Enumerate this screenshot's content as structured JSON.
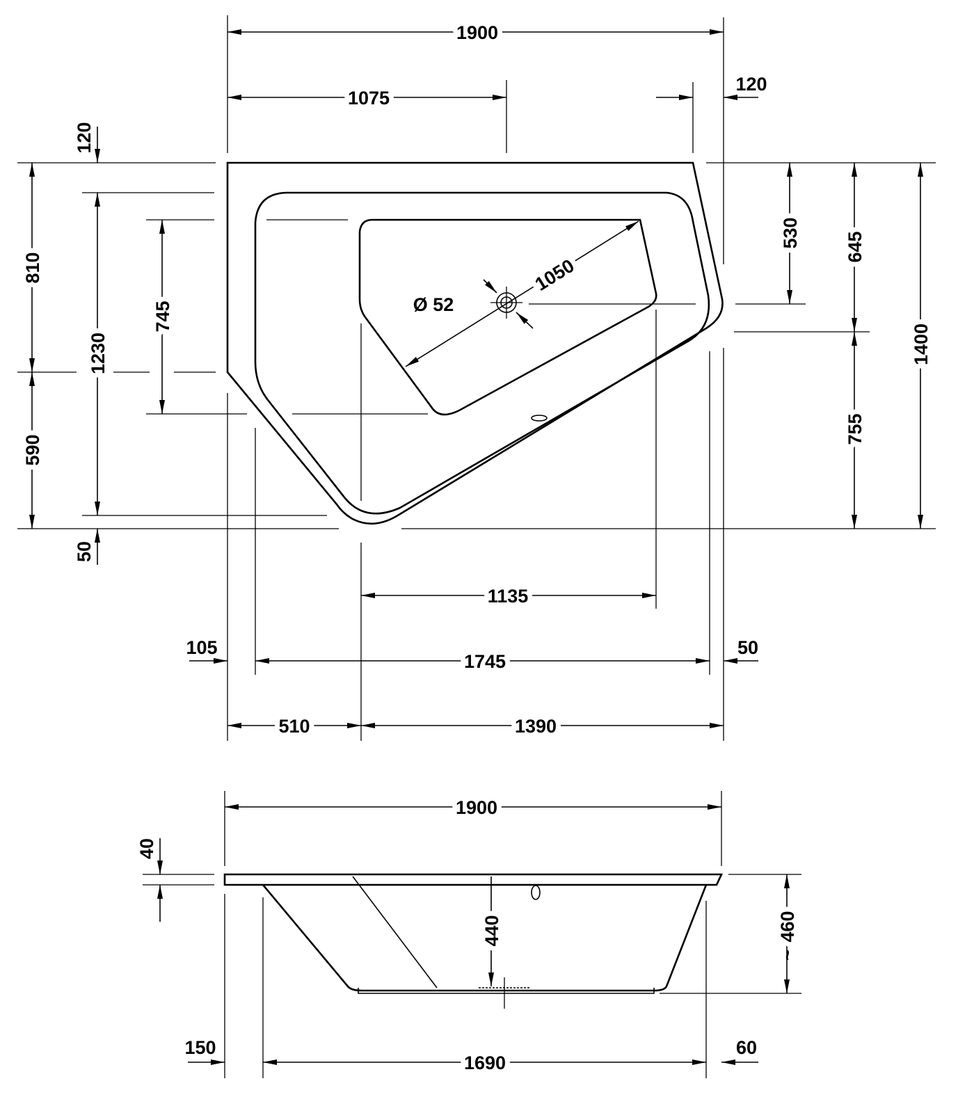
{
  "top_view": {
    "overall_width": "1900",
    "dim_1075": "1075",
    "dim_120_top": "120",
    "dim_120_left": "120",
    "dim_810": "810",
    "dim_590": "590",
    "dim_1230": "1230",
    "dim_745": "745",
    "dim_50_left": "50",
    "drain_diameter": "Ø 52",
    "dim_1050": "1050",
    "dim_530": "530",
    "dim_645": "645",
    "dim_755": "755",
    "dim_1400": "1400",
    "dim_1135": "1135",
    "dim_105": "105",
    "dim_1745": "1745",
    "dim_50_right": "50",
    "dim_510": "510",
    "dim_1390": "1390"
  },
  "side_view": {
    "overall_width": "1900",
    "dim_40": "40",
    "dim_440": "440",
    "dim_460": "460",
    "approx_symbol": "~",
    "dim_150": "150",
    "dim_1690": "1690",
    "dim_60": "60"
  }
}
